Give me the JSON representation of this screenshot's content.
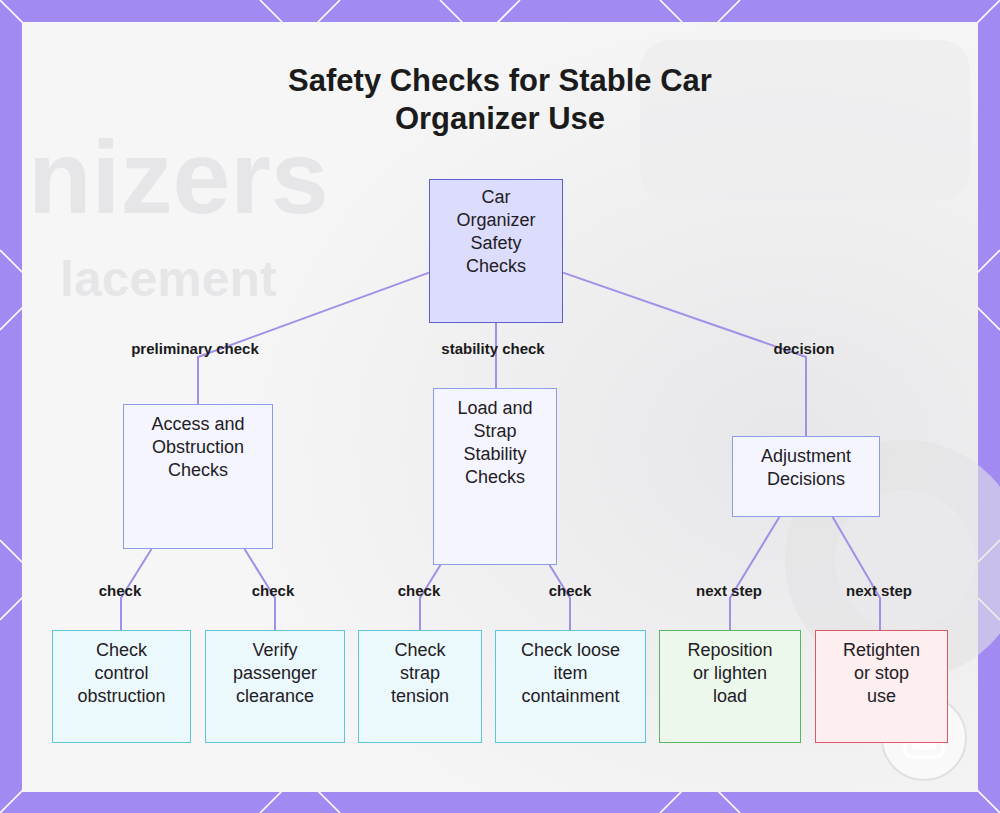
{
  "diagram": {
    "title": "Safety Checks for Stable Car Organizer Use",
    "nodes": [
      {
        "text": [
          "Car Organizer Safety Checks"
        ]
      },
      {
        "text": [
          "Access and Obstruction Checks"
        ]
      },
      {
        "text": [
          "Load and Strap Stability Checks"
        ]
      },
      {
        "text": [
          "Adjustment Decisions"
        ]
      },
      {
        "text": [
          "Check control obstruction"
        ]
      },
      {
        "text": [
          "Verify passenger clearance"
        ]
      },
      {
        "text": [
          "Check strap tension"
        ]
      },
      {
        "text": [
          "Check loose item containment"
        ]
      },
      {
        "text": [
          "Reposition or lighten load"
        ]
      },
      {
        "text": [
          "Retighten or stop use"
        ]
      }
    ],
    "edges": [
      {
        "from": 0,
        "to": 1,
        "label": "preliminary check",
        "arrow": "none"
      },
      {
        "from": 0,
        "to": 2,
        "label": "stability check",
        "arrow": "none"
      },
      {
        "from": 0,
        "to": 3,
        "label": "decision",
        "arrow": "none"
      },
      {
        "from": 1,
        "to": 4,
        "label": "check",
        "arrow": "none"
      },
      {
        "from": 1,
        "to": 5,
        "label": "check",
        "arrow": "none"
      },
      {
        "from": 2,
        "to": 6,
        "label": "check",
        "arrow": "none"
      },
      {
        "from": 2,
        "to": 7,
        "label": "check",
        "arrow": "none"
      },
      {
        "from": 3,
        "to": 8,
        "label": "next step",
        "arrow": "none"
      },
      {
        "from": 3,
        "to": 9,
        "label": "next step",
        "arrow": "none"
      }
    ],
    "labels": [
      "nizers",
      "lacement"
    ]
  }
}
